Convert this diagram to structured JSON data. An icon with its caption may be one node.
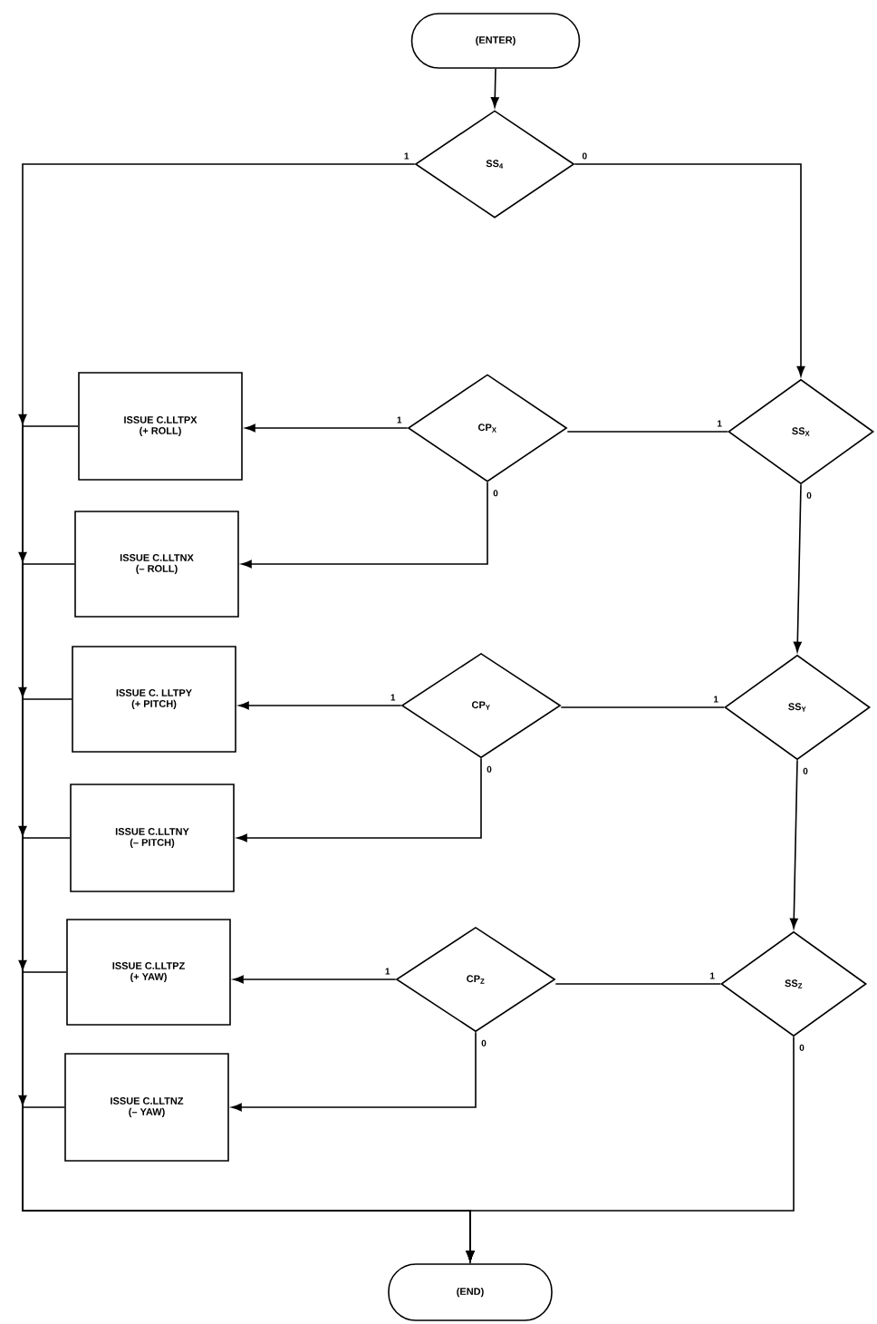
{
  "diagram": {
    "nodes": [
      {
        "text": [
          "(ENTER)"
        ]
      },
      {
        "text": [
          "SS$_{4}$"
        ]
      },
      {
        "text": [
          "SS$_{X}$"
        ]
      },
      {
        "text": [
          "CP$_{X}$"
        ]
      },
      {
        "text": [
          "ISSUE C.LLTPX",
          "(+ ROLL)"
        ]
      },
      {
        "text": [
          "ISSUE C.LLTNX",
          "(– ROLL)"
        ]
      },
      {
        "text": [
          "SS$_{Y}$"
        ]
      },
      {
        "text": [
          "CP$_{Y}$"
        ]
      },
      {
        "text": [
          "ISSUE C. LLTPY",
          "(+ PITCH)"
        ]
      },
      {
        "text": [
          "ISSUE C.LLTNY",
          "(– PITCH)"
        ]
      },
      {
        "text": [
          "SS$_{Z}$"
        ]
      },
      {
        "text": [
          "CP$_{Z}$"
        ]
      },
      {
        "text": [
          "ISSUE C.LLTPZ",
          "(+ YAW)"
        ]
      },
      {
        "text": [
          "ISSUE C.LLTNZ",
          "(– YAW)"
        ]
      },
      {
        "text": [
          "(END)"
        ]
      }
    ],
    "edges": [
      {
        "from": 0,
        "to": 1,
        "arrow": "to"
      },
      {
        "from": 1,
        "to": 14,
        "arrow": "to",
        "label": "1"
      },
      {
        "from": 1,
        "to": 2,
        "arrow": "to",
        "label": "0"
      },
      {
        "from": 2,
        "to": 3,
        "arrow": "none",
        "label": "1"
      },
      {
        "from": 3,
        "to": 4,
        "arrow": "to",
        "label": "1"
      },
      {
        "from": 3,
        "to": 5,
        "arrow": "to",
        "label": "0"
      },
      {
        "from": 2,
        "to": 6,
        "arrow": "to",
        "label": "0"
      },
      {
        "from": 6,
        "to": 7,
        "arrow": "none",
        "label": "1"
      },
      {
        "from": 7,
        "to": 8,
        "arrow": "to",
        "label": "1"
      },
      {
        "from": 7,
        "to": 9,
        "arrow": "to",
        "label": "0"
      },
      {
        "from": 6,
        "to": 10,
        "arrow": "to",
        "label": "0"
      },
      {
        "from": 10,
        "to": 11,
        "arrow": "none",
        "label": "1"
      },
      {
        "from": 11,
        "to": 12,
        "arrow": "to",
        "label": "1"
      },
      {
        "from": 11,
        "to": 13,
        "arrow": "to",
        "label": "0"
      },
      {
        "from": 10,
        "to": 14,
        "arrow": "to",
        "label": "0"
      },
      {
        "from": 4,
        "to": 14,
        "arrow": "to"
      },
      {
        "from": 5,
        "to": 14,
        "arrow": "to"
      },
      {
        "from": 8,
        "to": 14,
        "arrow": "to"
      },
      {
        "from": 9,
        "to": 14,
        "arrow": "to"
      },
      {
        "from": 12,
        "to": 14,
        "arrow": "to"
      },
      {
        "from": 13,
        "to": 14,
        "arrow": "to"
      }
    ]
  }
}
